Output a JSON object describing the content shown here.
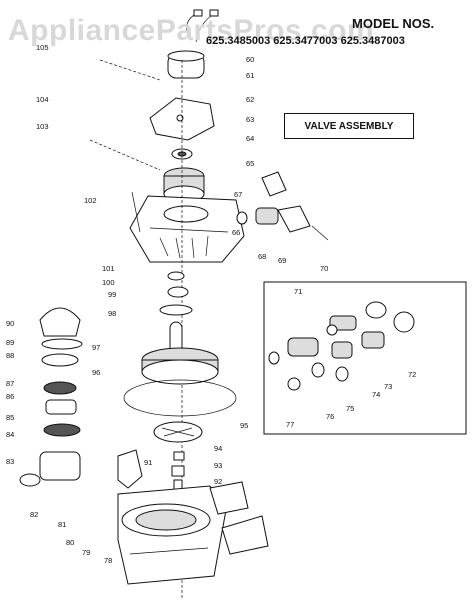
{
  "watermark": "AppliancePartsPros.com",
  "model_title": "MODEL NOS.",
  "model_numbers": "625.3485003  625.3477003  625.3487003",
  "assembly_title": "VALVE ASSEMBLY",
  "part_labels": {
    "p60": "60",
    "p61": "61",
    "p62": "62",
    "p63": "63",
    "p64": "64",
    "p65": "65",
    "p66": "66",
    "p67": "67",
    "p68": "68",
    "p69": "69",
    "p70": "70",
    "p71": "71",
    "p72": "72",
    "p73": "73",
    "p74": "74",
    "p75": "75",
    "p76": "76",
    "p77": "77",
    "p78": "78",
    "p79": "79",
    "p80": "80",
    "p81": "81",
    "p82": "82",
    "p83": "83",
    "p84": "84",
    "p85": "85",
    "p86": "86",
    "p87": "87",
    "p88": "88",
    "p89": "89",
    "p90": "90",
    "p91": "91",
    "p92": "92",
    "p93": "93",
    "p94": "94",
    "p95": "95",
    "p96": "96",
    "p97": "97",
    "p98": "98",
    "p99": "99",
    "p100": "100",
    "p101": "101",
    "p102": "102",
    "p103": "103",
    "p104": "104",
    "p105": "105"
  }
}
